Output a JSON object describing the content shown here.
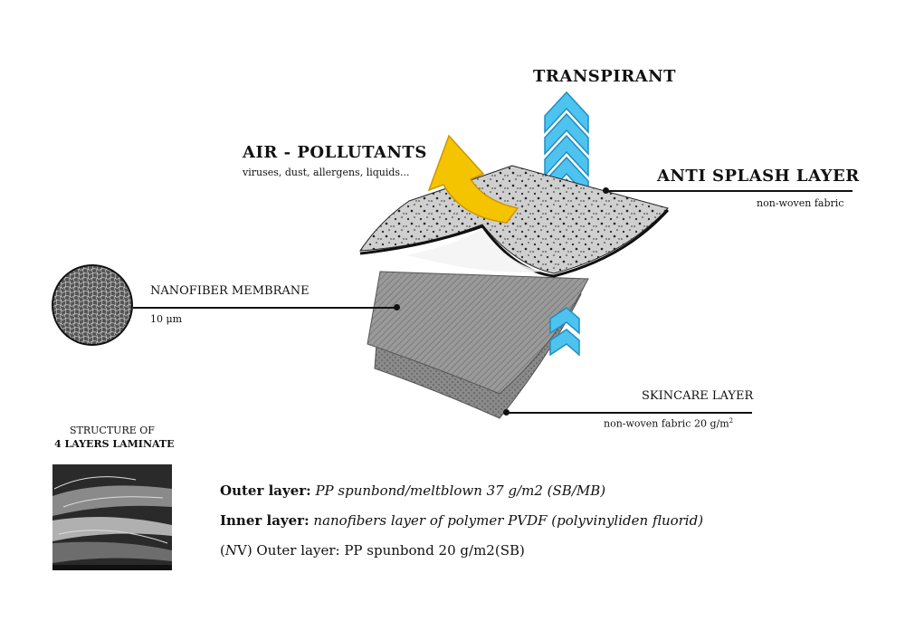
{
  "labels": {
    "transpirant": "TRANSPIRANT",
    "air_title": "AIR - POLLUTANTS",
    "air_sub": "viruses, dust, allergens, liquids...",
    "splash_title": "ANTI SPLASH LAYER",
    "splash_sub": "non-woven fabric",
    "nano_title": "NANOFIBER MEMBRANE",
    "nano_sub": "10 μm",
    "skin_title": "SKINCARE LAYER",
    "skin_sub_prefix": "non-woven fabric 20 g/m",
    "skin_sub_sup": "2",
    "structure_line1": "STRUCTURE OF",
    "structure_line2": "4 LAYERS LAMINATE"
  },
  "legend": [
    {
      "bold": "Outer layer:",
      "italic": "PP spunbond/meltblown 37 g/m2 (SB/MB)"
    },
    {
      "bold": "Inner layer:",
      "italic": "nanofibers layer of polymer PVDF (polyvinyliden fluorid)"
    },
    {
      "prefix": "(",
      "italic_short": "N",
      "rest": "V) Outer layer: PP spunbond 20 g/m2(SB)"
    }
  ],
  "colors": {
    "arrow_blue": "#4fc3f0",
    "arrow_yellow": "#f5c400",
    "layer_light": "#cfcfcf",
    "layer_mid": "#9a9a9a",
    "layer_dark": "#7a7a7a"
  }
}
